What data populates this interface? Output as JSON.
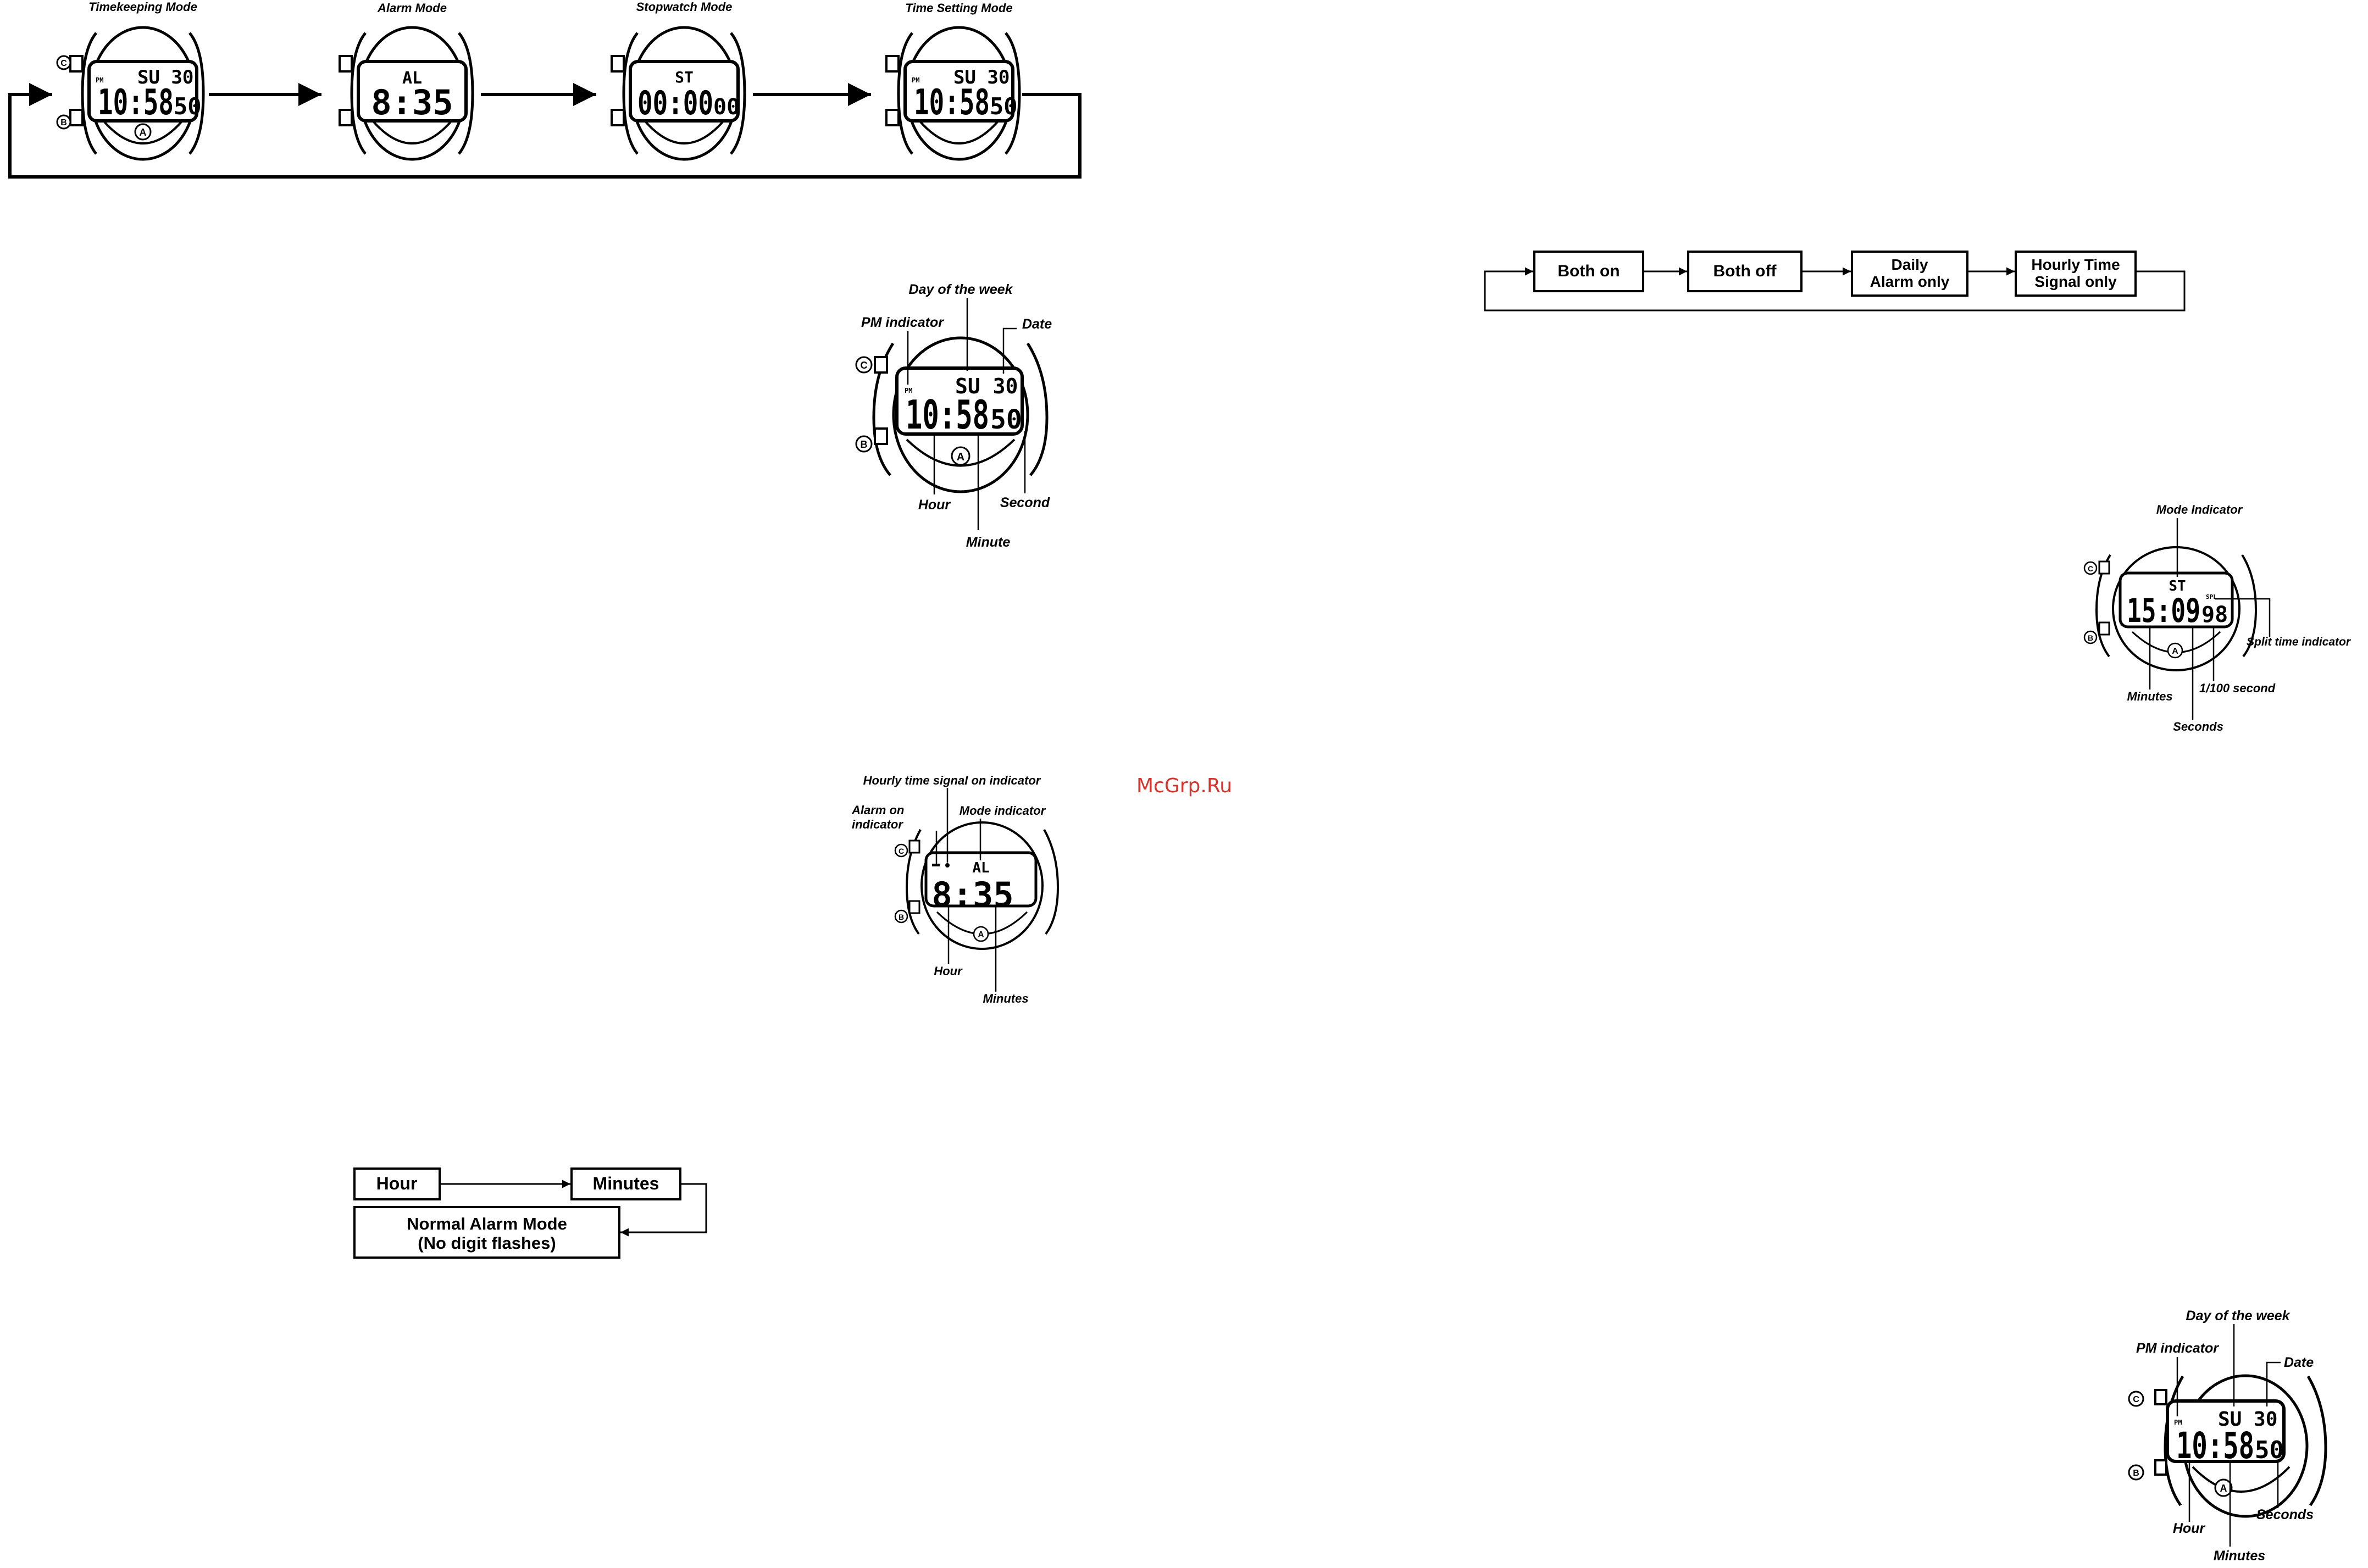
{
  "watermark": "McGrp.Ru",
  "mode_cycle": {
    "modes": [
      "Timekeeping Mode",
      "Alarm Mode",
      "Stopwatch Mode",
      "Time Setting Mode"
    ],
    "displays": [
      {
        "top": "SU 30",
        "main": "10:58",
        "sub": "50",
        "pm": "PM"
      },
      {
        "top": "AL",
        "main": "8:35",
        "sub": "",
        "pm": ""
      },
      {
        "top": "ST",
        "main": "00:00",
        "sub": "00",
        "pm": ""
      },
      {
        "top": "SU 30",
        "main": "10:58",
        "sub": "50",
        "pm": "PM"
      }
    ]
  },
  "buttons": {
    "a": "A",
    "b": "B",
    "c": "C"
  },
  "alarm_flow": {
    "both_on": "Both on",
    "both_off": "Both off",
    "daily_1": "Daily",
    "daily_2": "Alarm only",
    "hourly_1": "Hourly Time",
    "hourly_2": "Signal only"
  },
  "timekeeping_diagram": {
    "day_of_week": "Day of the week",
    "pm_indicator": "PM indicator",
    "date": "Date",
    "hour": "Hour",
    "second": "Second",
    "minute": "Minute",
    "lcd_top": "SU 30",
    "lcd_main": "10:58",
    "lcd_sub": "50",
    "lcd_pm": "PM"
  },
  "stopwatch_diagram": {
    "mode_indicator": "Mode Indicator",
    "split": "Split time indicator",
    "hundredth": "1/100 second",
    "minutes": "Minutes",
    "seconds": "Seconds",
    "lcd_top": "ST",
    "lcd_main": "15:09",
    "lcd_sub": "98",
    "lcd_spl": "SPL"
  },
  "alarm_diagram": {
    "hourly_signal": "Hourly time signal on indicator",
    "alarm_on_1": "Alarm on",
    "alarm_on_2": "indicator",
    "mode_indicator": "Mode indicator",
    "hour": "Hour",
    "minutes": "Minutes",
    "lcd_top": "AL",
    "lcd_main": "8:35"
  },
  "alarm_set_flow": {
    "hour": "Hour",
    "minutes": "Minutes",
    "normal_1": "Normal Alarm Mode",
    "normal_2": "(No digit flashes)"
  },
  "time_setting_diagram": {
    "day_of_week": "Day of the week",
    "pm_indicator": "PM indicator",
    "date": "Date",
    "hour": "Hour",
    "seconds": "Seconds",
    "minutes": "Minutes",
    "lcd_top": "SU 30",
    "lcd_main": "10:58",
    "lcd_sub": "50",
    "lcd_pm": "PM"
  }
}
